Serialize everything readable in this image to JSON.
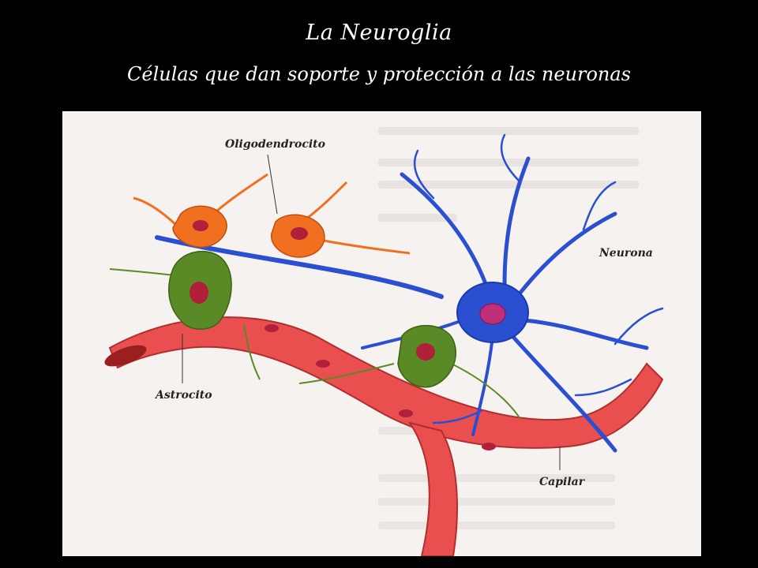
{
  "header": {
    "title": "La  Neuroglia",
    "subtitle": "Células que dan soporte y protección a las neuronas"
  },
  "diagram": {
    "labels": {
      "oligodendrocito": "Oligodendrocito",
      "neurona": "Neurona",
      "astrocito": "Astrocito",
      "capilar": "Capilar"
    }
  },
  "colors": {
    "neuron": "#2a4fd0",
    "neuron_nucleus": "#c0307a",
    "oligodendrocyte": "#f07020",
    "astrocyte": "#5a8a25",
    "capillary": "#ea4f4f",
    "nucleus": "#b0203a"
  }
}
